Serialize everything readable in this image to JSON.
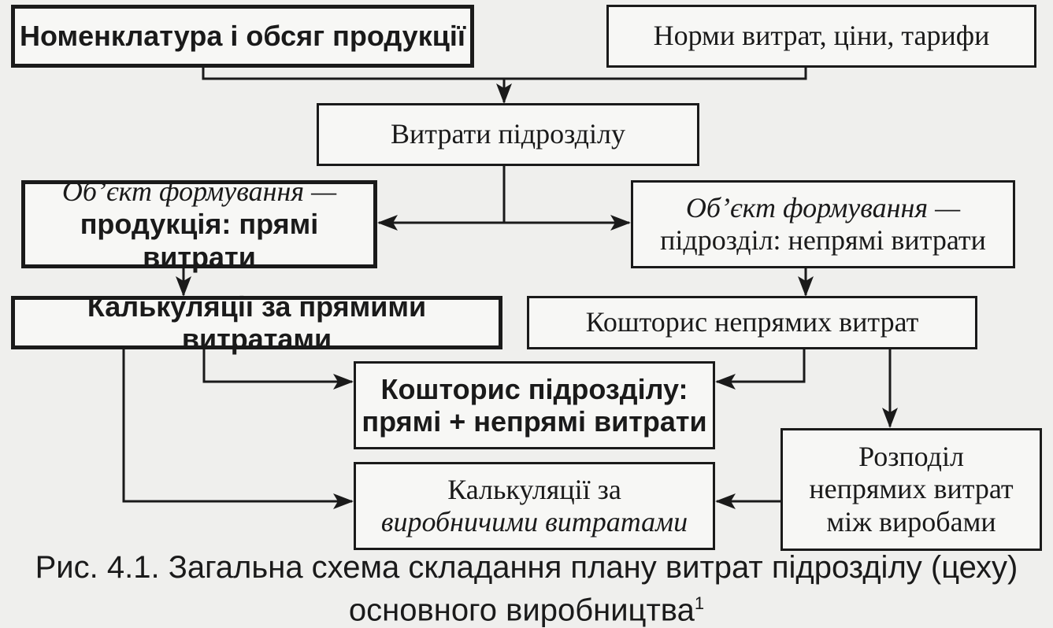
{
  "boxes": {
    "nomenclature": "Номенклатура і обсяг продукції",
    "norms": "Норми витрат, ціни, тарифи",
    "division_costs": "Витрати підрозділу",
    "object_product_line1": "Об’єкт формування —",
    "object_product_line2": "продукція: прямі витрати",
    "object_division_line1": "Об’єкт формування —",
    "object_division_line2": "підрозділ: непрямі витрати",
    "calc_direct": "Калькуляції за прямими витратами",
    "indirect_estimate": "Кошторис непрямих витрат",
    "division_estimate_line1": "Кошторис підрозділу:",
    "division_estimate_line2": "прямі + непрямі витрати",
    "calc_production_line1": "Калькуляції за",
    "calc_production_line2": "виробничими витратами",
    "distribution_line1": "Розподіл",
    "distribution_line2": "непрямих витрат",
    "distribution_line3": "між виробами"
  },
  "caption": {
    "line1": "Рис. 4.1. Загальна схема складання плану витрат підрозділу (цеху)",
    "line2": "основного виробництва",
    "footnote_mark": "1"
  }
}
